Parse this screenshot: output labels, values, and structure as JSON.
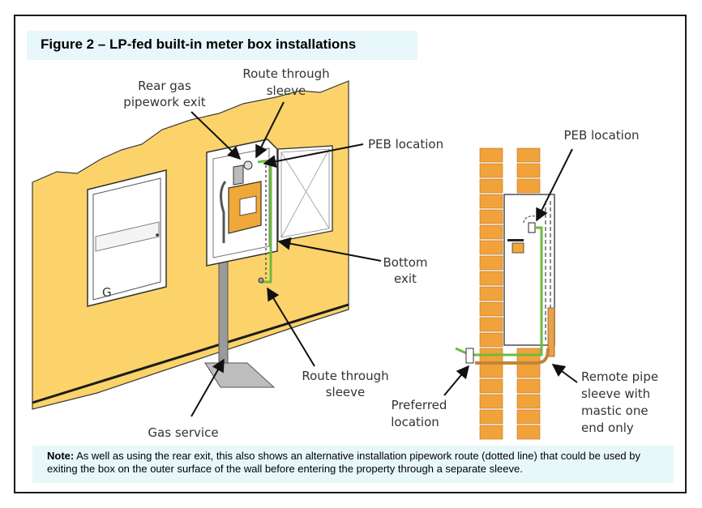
{
  "figure": {
    "title": "Figure 2 – LP-fed built-in meter box installations",
    "note_prefix": "Note:",
    "note_body": "As well as using the rear exit, this also shows an alternative installation pipework route (dotted line) that could be used by exiting the box on the outer surface of the wall before entering the property through a separate sleeve."
  },
  "labels": {
    "rear_exit_line1": "Rear gas",
    "rear_exit_line2": "pipework exit",
    "route_top_line1": "Route through",
    "route_top_line2": "sleeve",
    "peb_left": "PEB location",
    "bottom_exit_line1": "Bottom",
    "bottom_exit_line2": "exit",
    "route_bottom_line1": "Route through",
    "route_bottom_line2": "sleeve",
    "gas_service": "Gas service",
    "peb_right": "PEB location",
    "preferred_line1": "Preferred",
    "preferred_line2": "location",
    "remote_line1": "Remote pipe",
    "remote_line2": "sleeve with",
    "remote_line3": "mastic one",
    "remote_line4": "end only",
    "cabinet_letter": "G"
  },
  "colors": {
    "wall": "#fcd36a",
    "brick": "#f2a23a",
    "meter": "#f0a83a",
    "pipe_green": "#6dbb3c",
    "panel_bg": "#e8f7f9"
  }
}
